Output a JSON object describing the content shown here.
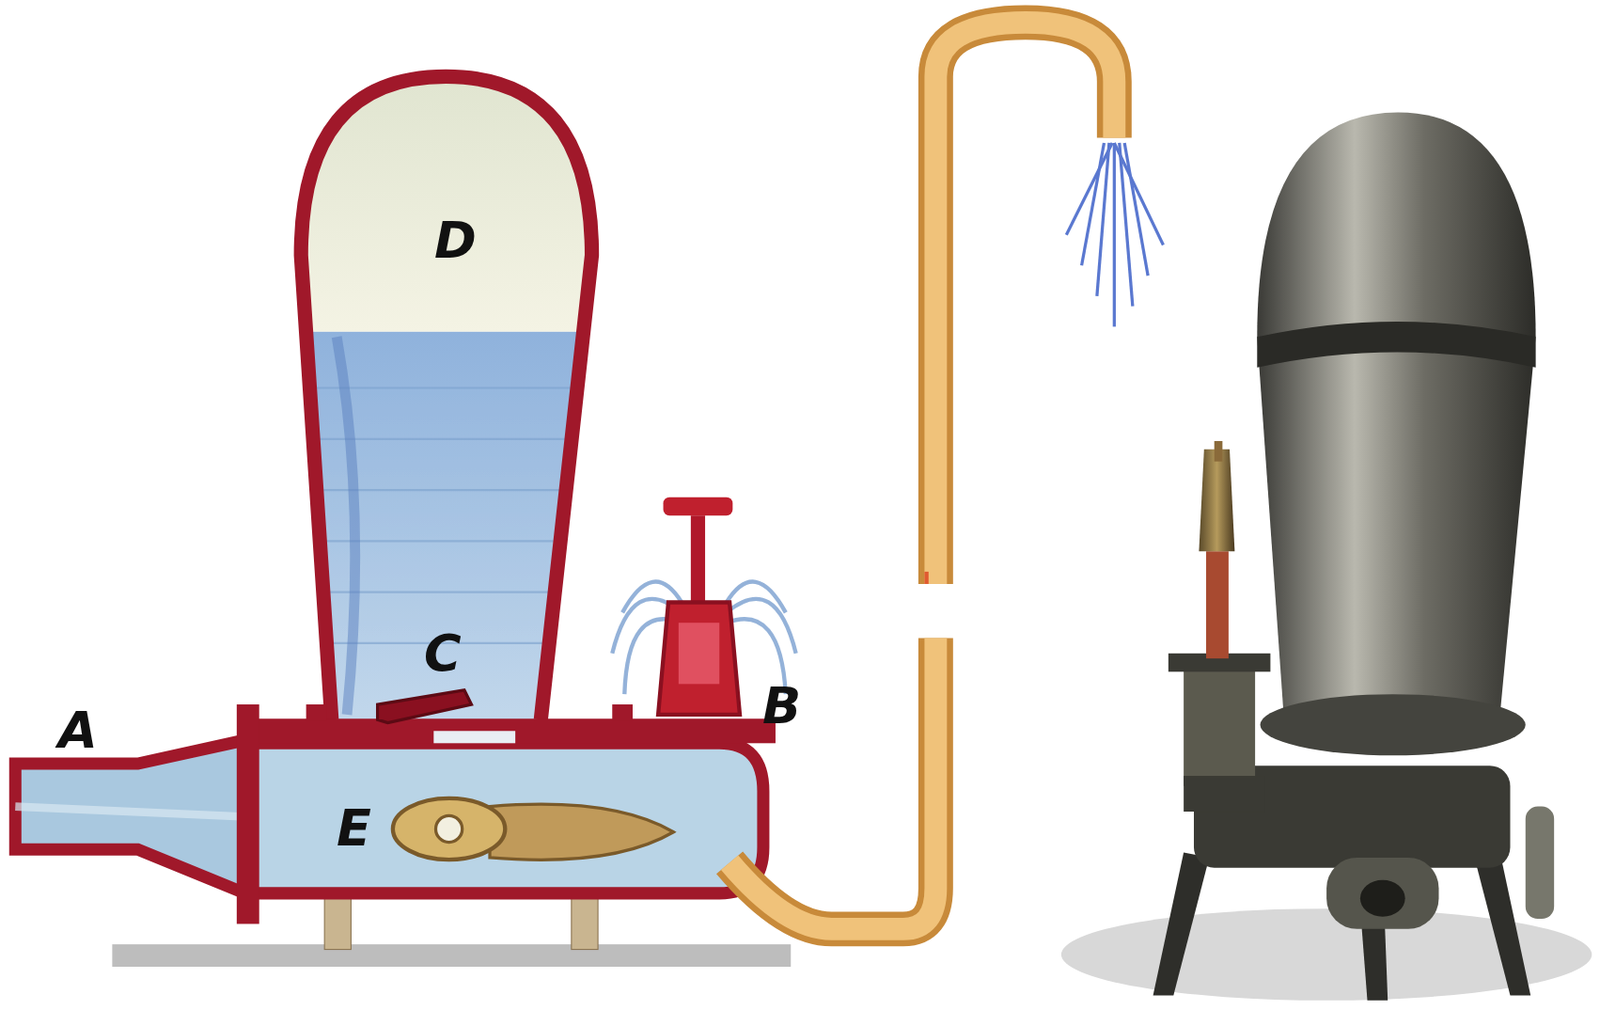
{
  "diagram": {
    "labels": [
      "D",
      "C",
      "A",
      "B",
      "E"
    ]
  }
}
